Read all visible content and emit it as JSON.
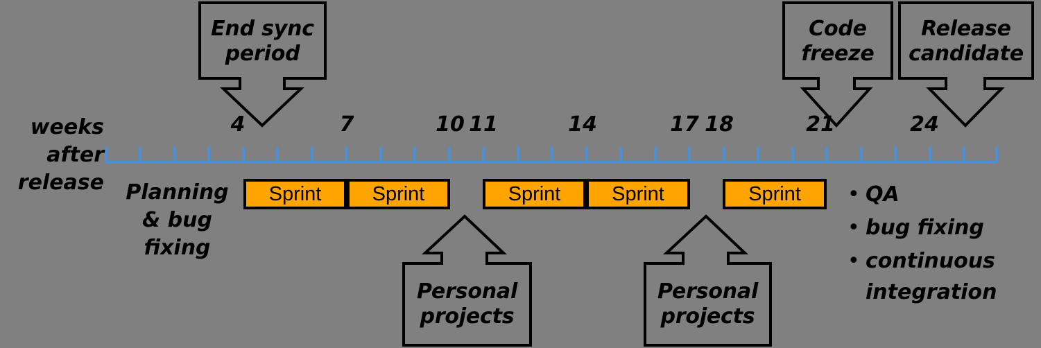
{
  "diagram": {
    "title": "Release timeline with sprints",
    "background_color": "#808080",
    "axis_color": "#4A90D9",
    "sprint_color": "#FFA400",
    "line_color": "#000000"
  },
  "axis": {
    "label": "weeks\nafter\nrelease",
    "tick_labels": [
      {
        "text": "4",
        "week": 4
      },
      {
        "text": "7",
        "week": 7
      },
      {
        "text": "10",
        "week": 10
      },
      {
        "text": "11",
        "week": 11
      },
      {
        "text": "14",
        "week": 14
      },
      {
        "text": "17",
        "week": 17
      },
      {
        "text": "18",
        "week": 18
      },
      {
        "text": "21",
        "week": 21
      },
      {
        "text": "24",
        "week": 24
      }
    ],
    "first_week": 0,
    "last_week": 26,
    "tick_count": 27
  },
  "callouts_top": [
    {
      "text": "End sync\nperiod",
      "points_to_week": 4
    },
    {
      "text": "Code\nfreeze",
      "points_to_week": 21
    },
    {
      "text": "Release\ncandidate",
      "points_to_week": 24
    }
  ],
  "callouts_bottom": [
    {
      "text": "Personal\nprojects"
    },
    {
      "text": "Personal\nprojects"
    }
  ],
  "phases": {
    "planning": "Planning\n& bug fixing"
  },
  "sprints": [
    {
      "label": "Sprint"
    },
    {
      "label": "Sprint"
    },
    {
      "label": "Sprint"
    },
    {
      "label": "Sprint"
    },
    {
      "label": "Sprint"
    }
  ],
  "bullets": {
    "marker": "•",
    "items": [
      "QA",
      "bug fixing",
      "continuous\nintegration"
    ]
  }
}
